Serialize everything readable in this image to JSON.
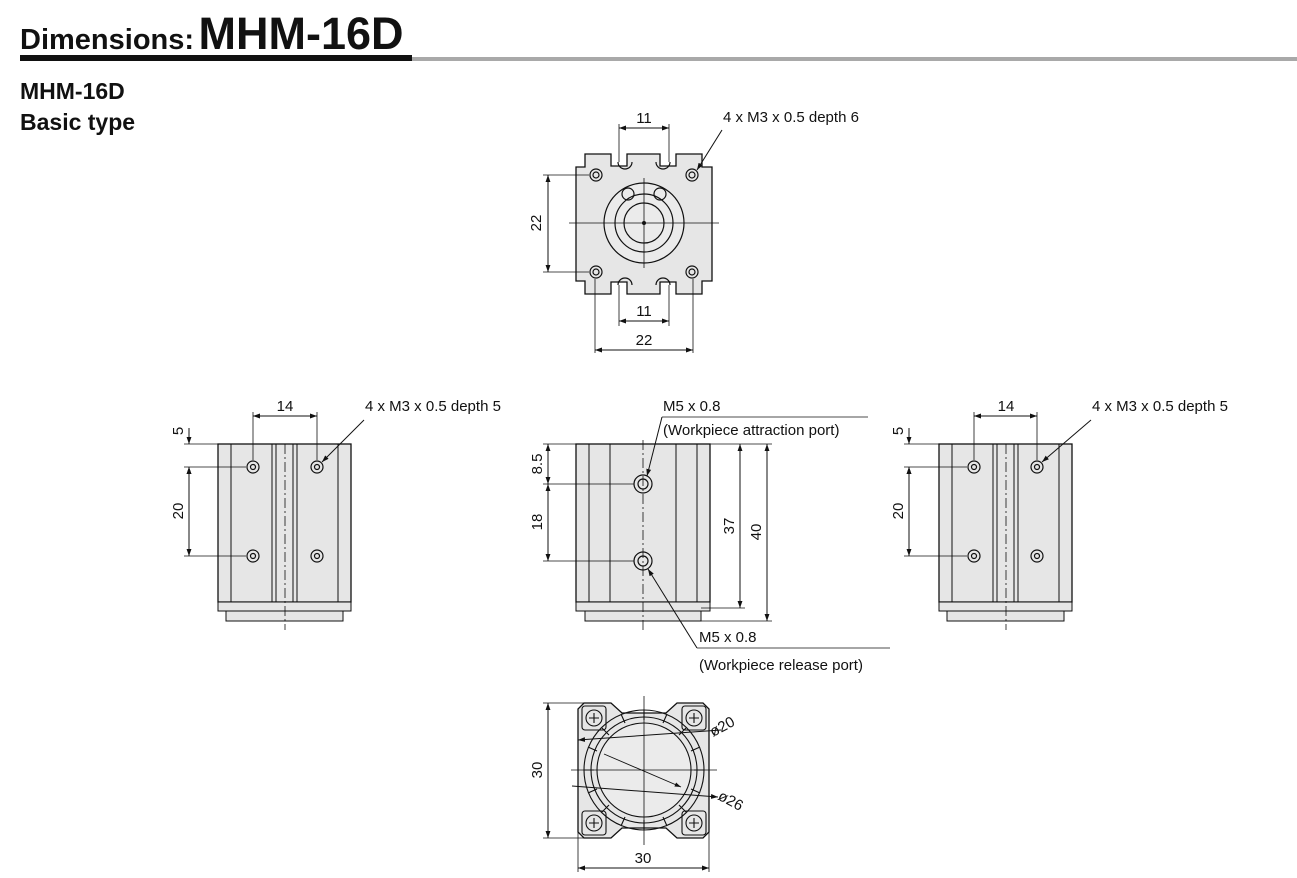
{
  "header": {
    "prefix": "Dimensions:",
    "model": "MHM-16D"
  },
  "subtitle": {
    "model": "MHM-16D",
    "type": "Basic type"
  },
  "top_view": {
    "dim_width_top": "11",
    "dim_width_bottom": "11",
    "dim_width_overall": "22",
    "dim_height": "22",
    "callout": "4 x M3 x 0.5 depth 6"
  },
  "left_view": {
    "dim_top": "14",
    "dim_offset": "5",
    "dim_pitch": "20",
    "callout": "4 x M3 x 0.5 depth 5"
  },
  "front_view": {
    "port_top_spec": "M5 x 0.8",
    "port_top_name": "(Workpiece attraction port)",
    "port_bottom_spec": "M5 x 0.8",
    "port_bottom_name": "(Workpiece release port)",
    "dim_offset": "8.5",
    "dim_pitch": "18",
    "dim_body": "37",
    "dim_total": "40"
  },
  "right_view": {
    "dim_top": "14",
    "dim_offset": "5",
    "dim_pitch": "20",
    "callout": "4 x M3 x 0.5 depth 5"
  },
  "bottom_view": {
    "dim_inner": "ø20",
    "dim_outer": "ø26",
    "dim_height": "30",
    "dim_width": "30"
  },
  "colors": {
    "body_fill": "#e6e6e6",
    "ink": "#111111",
    "rule_gray": "#a9a9a9"
  }
}
